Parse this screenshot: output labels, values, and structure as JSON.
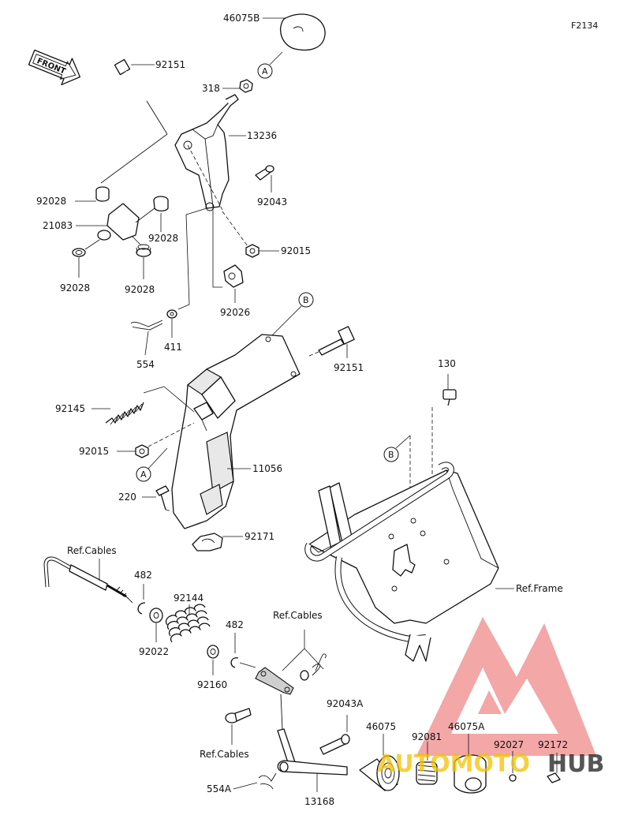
{
  "figure_code": "F2134",
  "front_arrow_label": "FRONT",
  "callouts": [
    "A",
    "B"
  ],
  "parts": {
    "p46075B": "46075B",
    "p92151_top": "92151",
    "p318": "318",
    "p13236": "13236",
    "p92028_a": "92028",
    "p21083": "21083",
    "p92028_b": "92028",
    "p92028_c": "92028",
    "p92028_d": "92028",
    "p92043": "92043",
    "p92015_top": "92015",
    "p92026": "92026",
    "p411": "411",
    "p554": "554",
    "p92151_mid": "92151",
    "p130": "130",
    "p92145": "92145",
    "p92015_mid": "92015",
    "p11056": "11056",
    "p220": "220",
    "p92171": "92171",
    "ref_frame": "Ref.Frame",
    "ref_cables_1": "Ref.Cables",
    "ref_cables_2": "Ref.Cables",
    "ref_cables_3": "Ref.Cables",
    "p482_a": "482",
    "p92144": "92144",
    "p92022": "92022",
    "p482_b": "482",
    "p92160": "92160",
    "p92043A": "92043A",
    "p46075": "46075",
    "p46075A": "46075A",
    "p92081": "92081",
    "p92027": "92027",
    "p92172": "92172",
    "p554A": "554A",
    "p13168": "13168"
  },
  "watermark": {
    "text": "AUTOMOTOHUB",
    "prefix": "AUTOMOTO",
    "suffix": "HUB",
    "colors": {
      "logo": "#f08a8a",
      "prefix": "#f2c200",
      "suffix": "#2b2b2b"
    }
  }
}
